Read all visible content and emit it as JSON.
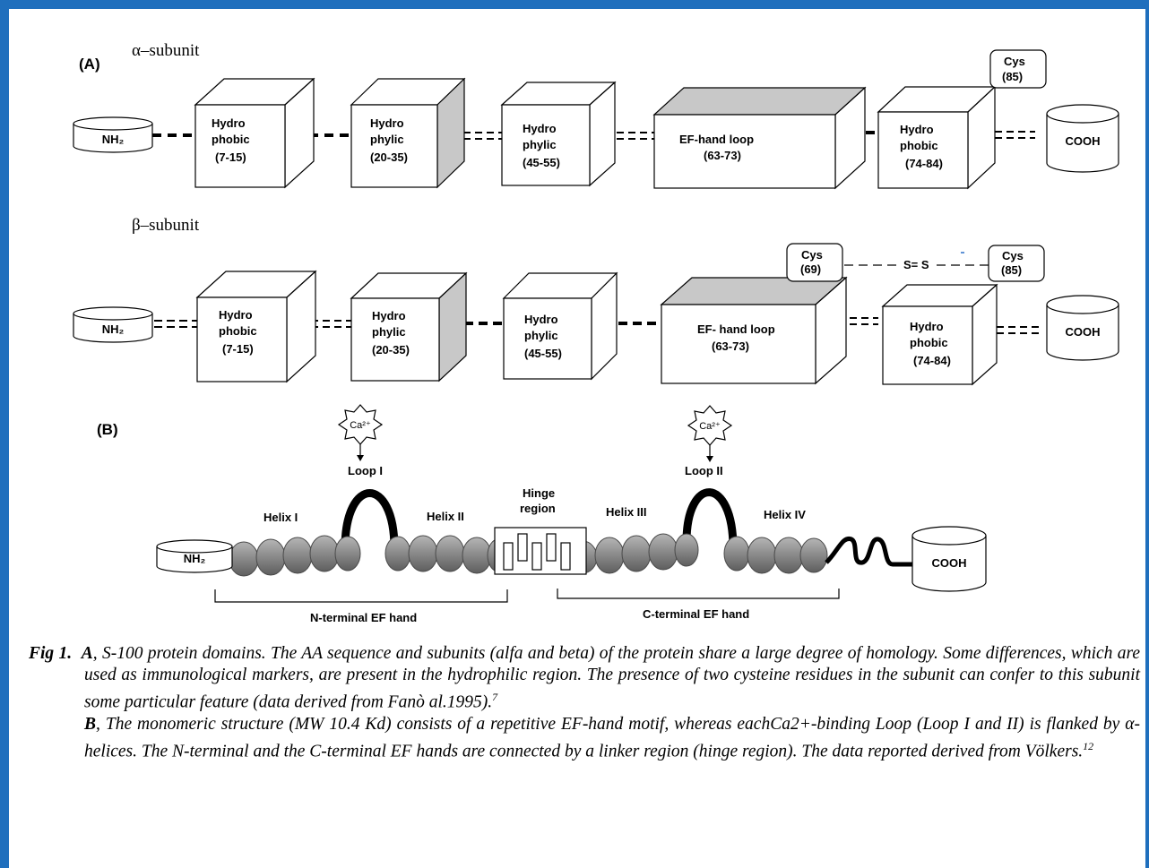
{
  "panelA": {
    "label": "(A)",
    "alpha": {
      "title": "α–subunit",
      "nterm": "NH₂",
      "cterm": "COOH",
      "domains": [
        [
          "Hydro",
          "phobic",
          "(7-15)"
        ],
        [
          "Hydro",
          "phylic",
          "(20-35)"
        ],
        [
          "Hydro",
          "phylic",
          "(45-55)"
        ],
        [
          "EF-hand loop",
          "(63-73)"
        ],
        [
          "Hydro",
          "phobic",
          "(74-84)"
        ]
      ],
      "cys": [
        "Cys",
        "(85)"
      ]
    },
    "beta": {
      "title": "β–subunit",
      "nterm": "NH₂",
      "cterm": "COOH",
      "domains": [
        [
          "Hydro",
          "phobic",
          "(7-15)"
        ],
        [
          "Hydro",
          "phylic",
          "(20-35)"
        ],
        [
          "Hydro",
          "phylic",
          "(45-55)"
        ],
        [
          "EF- hand loop",
          "(63-73)"
        ],
        [
          "Hydro",
          "phobic",
          "(74-84)"
        ]
      ],
      "cys1": [
        "Cys",
        "(69)"
      ],
      "cys2": [
        "Cys",
        "(85)"
      ],
      "bond": "S= S"
    }
  },
  "panelB": {
    "label": "(B)",
    "nterm": "NH₂",
    "cterm": "COOH",
    "ca1": "Ca²⁺",
    "ca2": "Ca²⁺",
    "loop1": "Loop I",
    "loop2": "Loop II",
    "helix1": "Helix I",
    "helix2": "Helix II",
    "helix3": "Helix III",
    "helix4": "Helix IV",
    "hinge1": "Hinge",
    "hinge2": "region",
    "nEF": "N-terminal EF hand",
    "cEF": "C-terminal EF hand"
  },
  "caption": {
    "figLabel": "Fig 1.",
    "aLetter": "A",
    "aText": ", S-100 protein domains. The AA sequence and subunits (alfa and beta) of the protein share a large degree of homology. Some differences, which are used as immunological markers, are present in the hydrophilic region. The presence of two cysteine residues in the subunit can confer to this subunit some particular feature (data derived from Fanò al.1995).",
    "aRef": "7",
    "bLetter": "B",
    "bText": ", The monomeric structure (MW 10.4 Kd) consists of a repetitive EF-hand motif, whereas eachCa2+-binding Loop (Loop I and II) is flanked by α-helices. The N-terminal and the C-terminal EF hands are connected by a linker region (hinge region). The data reported derived from Völkers.",
    "bRef": "12"
  }
}
